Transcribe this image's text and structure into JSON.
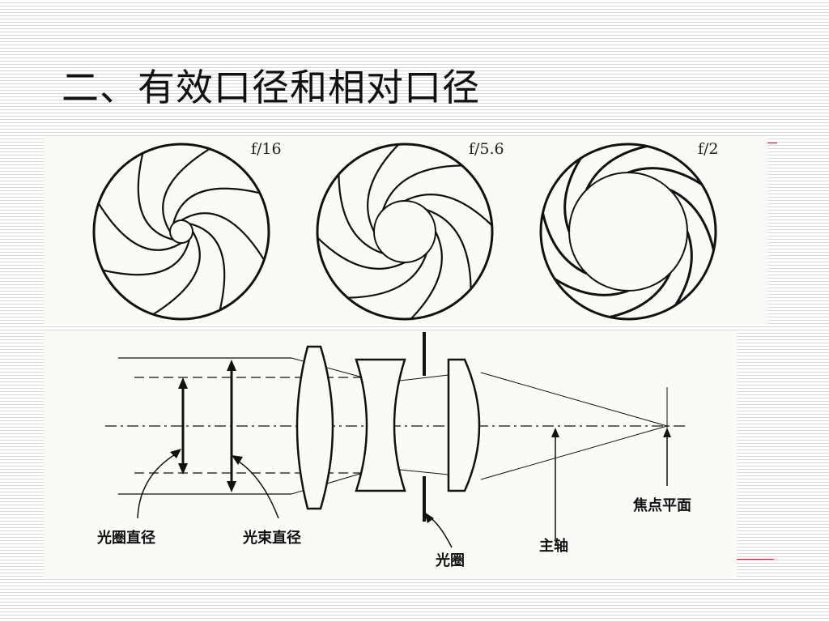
{
  "title": "二、有效口径和相对口径",
  "apertures": [
    {
      "label": "f/16"
    },
    {
      "label": "f/5.6"
    },
    {
      "label": "f/2"
    }
  ],
  "diagram_labels": {
    "aperture_diameter": "光圈直径",
    "beam_diameter": "光束直径",
    "aperture": "光圈",
    "principal_axis": "主轴",
    "focal_plane": "焦点平面"
  },
  "colors": {
    "line": "#111111",
    "accent": "#b52a2a"
  }
}
